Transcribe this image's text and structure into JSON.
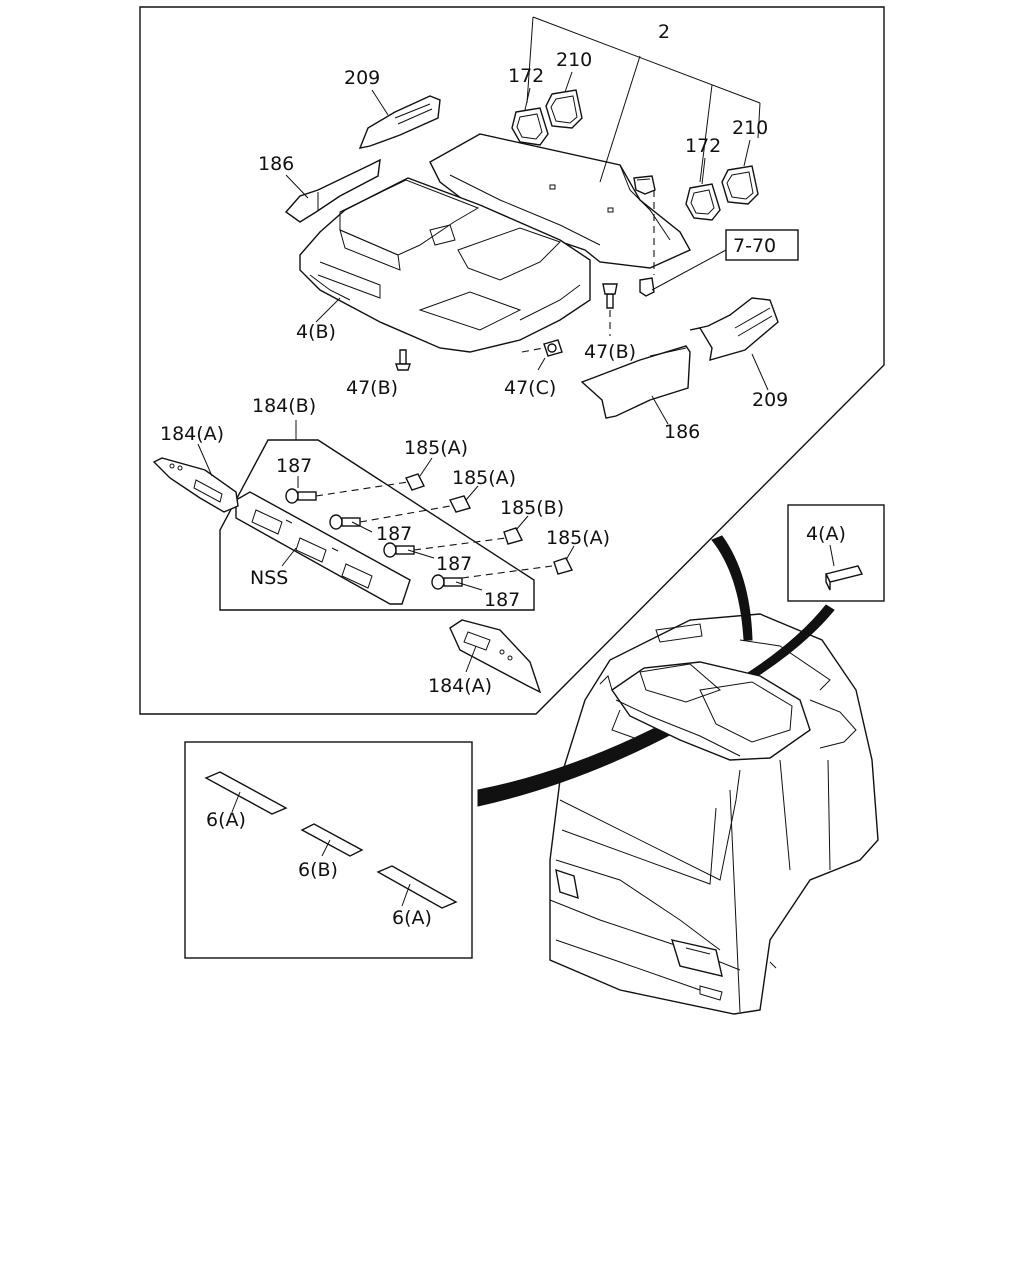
{
  "labels": {
    "l2": "2",
    "l172a": "172",
    "l210a": "210",
    "l172b": "172",
    "l210b": "210",
    "l209a": "209",
    "l186a": "186",
    "l770": "7-70",
    "l4b": "4(B)",
    "l47b_a": "47(B)",
    "l47b_b": "47(B)",
    "l47c": "47(C)",
    "l186b": "186",
    "l209b": "209",
    "l184b": "184(B)",
    "l184a_a": "184(A)",
    "l187_1": "187",
    "l187_2": "187",
    "l187_3": "187",
    "l187_4": "187",
    "l185a_1": "185(A)",
    "l185a_2": "185(A)",
    "l185b": "185(B)",
    "l185a_3": "185(A)",
    "lnss": "NSS",
    "l184a_b": "184(A)",
    "l4a": "4(A)",
    "l6a_1": "6(A)",
    "l6b": "6(B)",
    "l6a_2": "6(A)"
  }
}
